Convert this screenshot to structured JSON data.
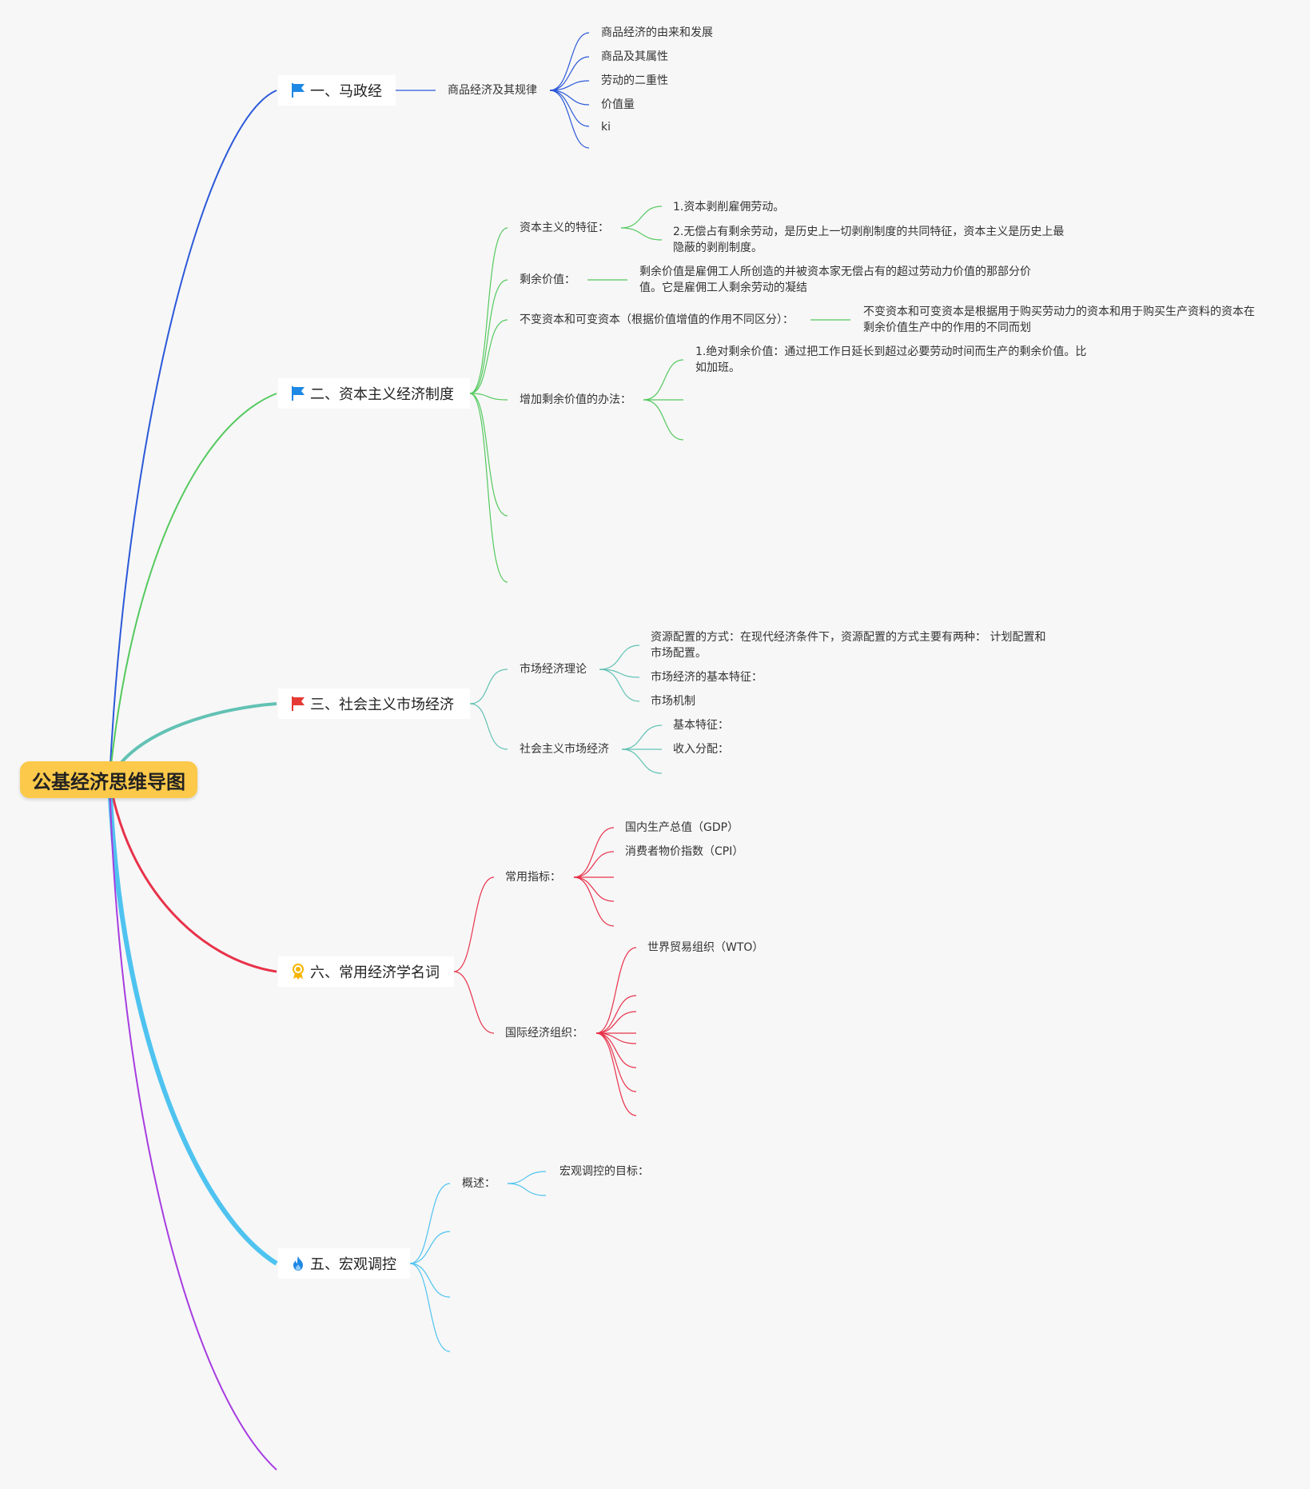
{
  "root": {
    "title": "公基经济思维导图"
  },
  "branches": [
    {
      "title": "一、马政经",
      "color": "#2b59d9",
      "icon": "blue-flag-icon",
      "children": [
        {
          "label": "商品经济及其规律",
          "items": [
            "商品经济的由来和发展",
            "商品及其属性",
            "劳动的二重性",
            "价值量",
            "ki"
          ]
        }
      ]
    },
    {
      "title": "二、资本主义经济制度",
      "color": "#54c95e",
      "icon": "blue-flag-icon",
      "children": [
        {
          "label": "资本主义的特征：",
          "items": [
            "1.资本剥削雇佣劳动。",
            "2.无偿占有剩余劳动，是历史上一切剥削制度的共同特征，资本主义是历史上最隐蔽的剥削制度。"
          ]
        },
        {
          "label": "剩余价值：",
          "items": [
            "剩余价值是雇佣工人所创造的并被资本家无偿占有的超过劳动力价值的那部分价值。它是雇佣工人剩余劳动的凝结"
          ]
        },
        {
          "label": "不变资本和可变资本（根据价值增值的作用不同区分）：",
          "items": [
            "不变资本和可变资本是根据用于购买劳动力的资本和用于购买生产资料的资本在剩余价值生产中的作用的不同而划"
          ]
        },
        {
          "label": "增加剩余价值的办法：",
          "items": [
            "1.绝对剩余价值：通过把工作日延长到超过必要劳动时间而生产的剩余价值。比如加班。"
          ]
        }
      ]
    },
    {
      "title": "三、社会主义市场经济",
      "color": "#62c2b4",
      "icon": "red-flag-icon",
      "children": [
        {
          "label": "市场经济理论",
          "items": [
            "资源配置的方式：在现代经济条件下，资源配置的方式主要有两种： 计划配置和市场配置。",
            "市场经济的基本特征：",
            "市场机制"
          ]
        },
        {
          "label": "社会主义市场经济",
          "items": [
            "基本特征：",
            "收入分配："
          ]
        }
      ]
    },
    {
      "title": "六、常用经济学名词",
      "color": "#e8324a",
      "icon": "award-ribbon-icon",
      "children": [
        {
          "label": "常用指标：",
          "items": [
            "国内生产总值（GDP）",
            "消费者物价指数（CPI）"
          ]
        },
        {
          "label": "国际经济组织：",
          "items": [
            "世界贸易组织（WTO）"
          ]
        }
      ]
    },
    {
      "title": "五、宏观调控",
      "color": "#4fc3f0",
      "icon": "fire-icon",
      "children": [
        {
          "label": "概述：",
          "items": [
            "宏观调控的目标："
          ]
        }
      ]
    }
  ],
  "extra_branch_color": "#a63de0"
}
